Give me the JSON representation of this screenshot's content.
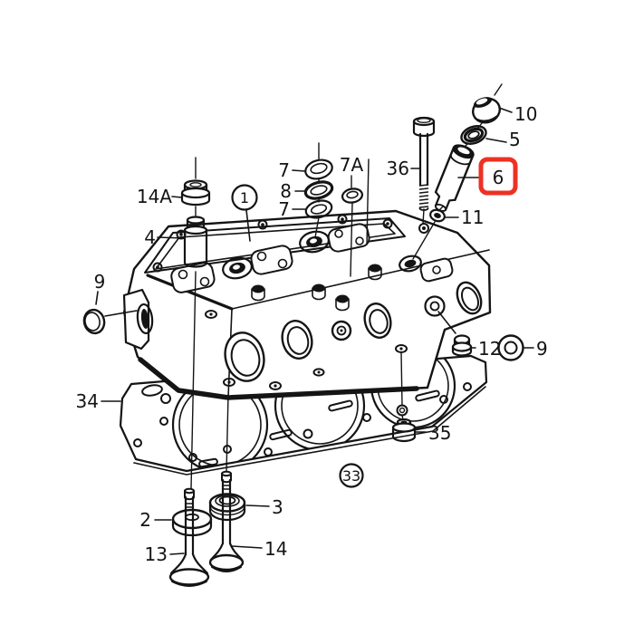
{
  "diagram": {
    "type": "exploded-parts-diagram",
    "subject": "engine-cylinder-head",
    "background_color": "#ffffff",
    "line_color": "#141414",
    "highlight": {
      "color": "#ee3123",
      "selected_callout": "6"
    },
    "callouts": {
      "c14a": "14A",
      "c4": "4",
      "c1": "1",
      "c7_top": "7",
      "c8": "8",
      "c7_bottom": "7",
      "c7a": "7A",
      "c36": "36",
      "c10": "10",
      "c5": "5",
      "c6": "6",
      "c11": "11",
      "c9_left": "9",
      "c12": "12",
      "c9_right": "9",
      "c34": "34",
      "c35": "35",
      "c33": "33",
      "c2": "2",
      "c13": "13",
      "c3": "3",
      "c14": "14"
    },
    "circled_callouts": [
      "1",
      "33"
    ]
  }
}
